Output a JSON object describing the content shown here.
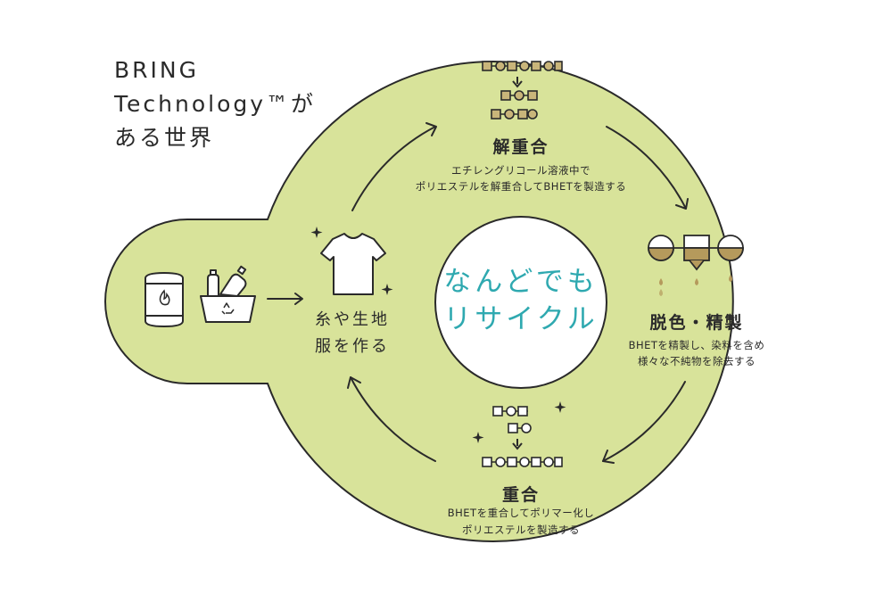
{
  "heading": {
    "line1": "BRING",
    "line2": "Technology™が",
    "line3": "ある世界"
  },
  "center": {
    "line1": "なんどでも",
    "line2": "リサイクル"
  },
  "stages": {
    "depolymerization": {
      "title": "解重合",
      "desc1": "エチレングリコール溶液中で",
      "desc2": "ポリエステルを解重合してBHETを製造する"
    },
    "purification": {
      "title": "脱色・精製",
      "desc1": "BHETを精製し、染料を含め",
      "desc2": "様々な不純物を除去する"
    },
    "polymerization": {
      "title": "重合",
      "desc1": "BHETを重合してポリマー化し",
      "desc2": "ポリエステルを製造する"
    },
    "product": {
      "line1": "糸や生地",
      "line2": "服を作る"
    }
  },
  "colors": {
    "fill": "#d8e39a",
    "stroke": "#2a2a2a",
    "accent": "#2fa9b0",
    "bead": "#c9b57a",
    "drop": "#b59a5c"
  },
  "icons": [
    "oil-drum-icon",
    "recycle-basket-icon",
    "tshirt-icon",
    "sparkle-icon",
    "molecule-chain-icon",
    "drip-vessel-icon"
  ]
}
